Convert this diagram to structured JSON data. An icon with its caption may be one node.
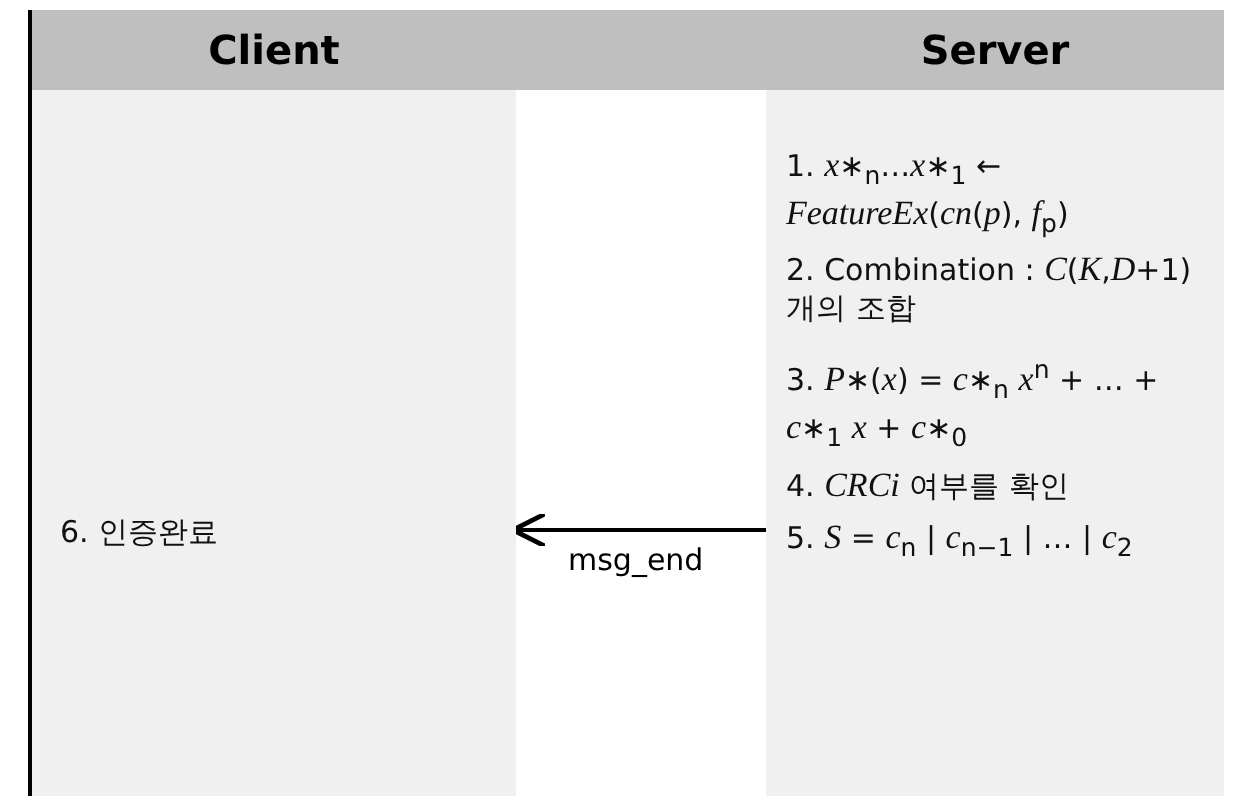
{
  "diagram": {
    "nodes": [
      {
        "text": [
          "Client",
          "6. 인증완료"
        ]
      },
      {
        "text": [
          "Server",
          "1. *x*∗$_{n}$…*x*∗$_{1}$ ← *FeatureEx*(*cn*(*p*), *f*$_{p}$)",
          "2. Combination : *C*(*K*,*D*+1)개의 조합",
          "3. *P*∗(*x*) = *c*∗$_{n}$ *x*$^{n}$ + … + *c*∗$_{1}$ *x* + *c*∗$_{0}$",
          "4. *CRCi* 여부를 확인",
          "5. *S* = *c*$_{n}$ | *c*$_{n−1}$ | … | *c*$_{2}$"
        ]
      }
    ],
    "edges": [
      {
        "from": 1,
        "to": 0,
        "arrow": "to",
        "label": "msg_end"
      }
    ]
  }
}
